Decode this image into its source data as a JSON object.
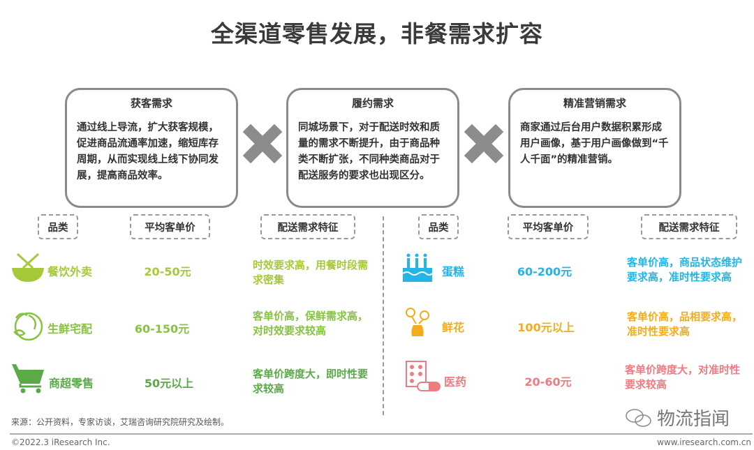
{
  "title": "全渠道零售发展，非餐需求扩容",
  "boxes": [
    {
      "title": "获客需求",
      "body": "通过线上导流，扩大获客规模，促进商品流通率加速，缩短库存周期，从而实现线上线下协同发展，提高商品效率。"
    },
    {
      "title": "履约需求",
      "body": "同城场景下，对于配送时效和质量的需求不断提升，由于商品种类不断扩张，不同种类商品对于配送服务的要求也出现区分。"
    },
    {
      "title": "精准营销需求",
      "body": "商家通过后台用户数据积累形成用户画像，基于用户画像做到“千人千面”的精准营销。"
    }
  ],
  "headers": {
    "category": "品类",
    "price": "平均客单价",
    "feature": "配送需求特征"
  },
  "left_rows": [
    {
      "icon": "bowl-icon",
      "name": "餐饮外卖",
      "price": "20-50元",
      "feature": "时效要求高，用餐时段需求密集",
      "color": "#a6c93a"
    },
    {
      "icon": "vegetables-icon",
      "name": "生鲜宅配",
      "price": "60-150元",
      "feature": "客单价高，保鲜需求高，对时效要求较高",
      "color": "#86c440"
    },
    {
      "icon": "cart-icon",
      "name": "商超零售",
      "price": "50元以上",
      "feature": "客单价跨度大，即时性要求较高",
      "color": "#5aaa48"
    }
  ],
  "right_rows": [
    {
      "icon": "cake-icon",
      "name": "蛋糕",
      "price": "60-200元",
      "feature": "客单价高，商品状态维护要求高，准时性要求高",
      "color": "#22b5e6"
    },
    {
      "icon": "flower-icon",
      "name": "鲜花",
      "price": "100元以上",
      "feature": "客单价高，品相要求高，准时性要求高",
      "color": "#f5ac1c"
    },
    {
      "icon": "medicine-icon",
      "name": "医药",
      "price": "20-60元",
      "feature": "客单价跨度大，对准时性要求较高",
      "color": "#ee7b82"
    }
  ],
  "source": "来源：公开资料，专家访谈，艾瑞咨询研究院研究及绘制。",
  "copyright": "©2022.3 iResearch Inc.",
  "website": "www.iresearch.com.cn",
  "watermark": "物流指闻"
}
